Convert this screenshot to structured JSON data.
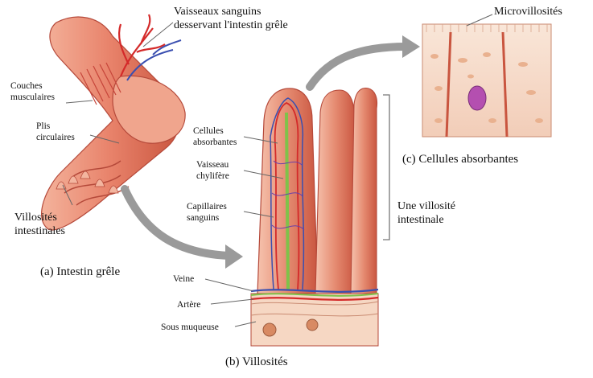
{
  "labels": {
    "vessels_line1": "Vaisseaux sanguins",
    "vessels_line2": "desservant l'intestin grêle",
    "microvilli": "Microvillosités",
    "muscle_line1": "Couches",
    "muscle_line2": "musculaires",
    "folds_line1": "Plis",
    "folds_line2": "circulaires",
    "absorbing_cells_line1": "Cellules",
    "absorbing_cells_line2": "absorbantes",
    "lacteal_line1": "Vaisseau",
    "lacteal_line2": "chylifère",
    "capillaries_line1": "Capillaires",
    "capillaries_line2": "sanguins",
    "villi_line1": "Villosités",
    "villi_line2": "intestinales",
    "one_villus_line1": "Une villosité",
    "one_villus_line2": "intestinale",
    "vein": "Veine",
    "artery": "Artère",
    "submucosa": "Sous muqueuse"
  },
  "captions": {
    "a": "(a) Intestin grêle",
    "b": "(b) Villosités",
    "c": "(c) Cellules absorbantes"
  },
  "colors": {
    "tissue": "#e8826a",
    "tissue_dark": "#c9553f",
    "tissue_light": "#f6c3ae",
    "artery": "#d42a2a",
    "vein": "#3a4fb0",
    "lacteal": "#7fc24a",
    "arrow": "#9a9a9a",
    "cell_bg": "#f7dfcf"
  }
}
